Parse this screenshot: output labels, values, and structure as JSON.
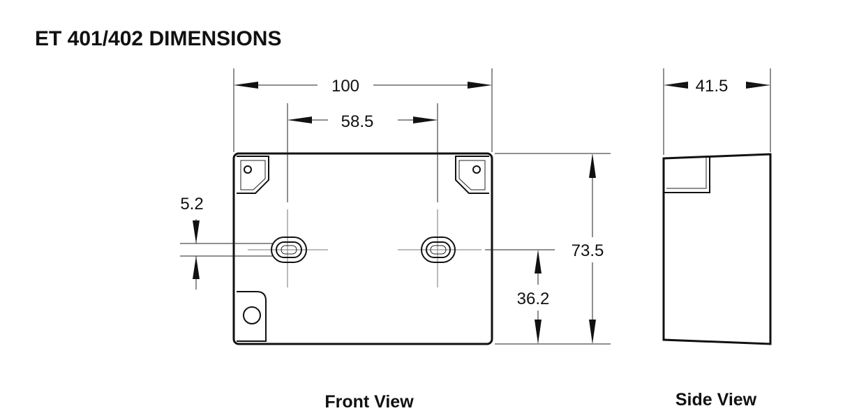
{
  "title": "ET 401/402 DIMENSIONS",
  "dimensions": {
    "overall_width": "100",
    "slot_spacing": "58.5",
    "slot_height": "5.2",
    "overall_height": "73.5",
    "slot_height_position": "36.2",
    "depth": "41.5"
  },
  "views": {
    "front": "Front View",
    "side": "Side View"
  }
}
